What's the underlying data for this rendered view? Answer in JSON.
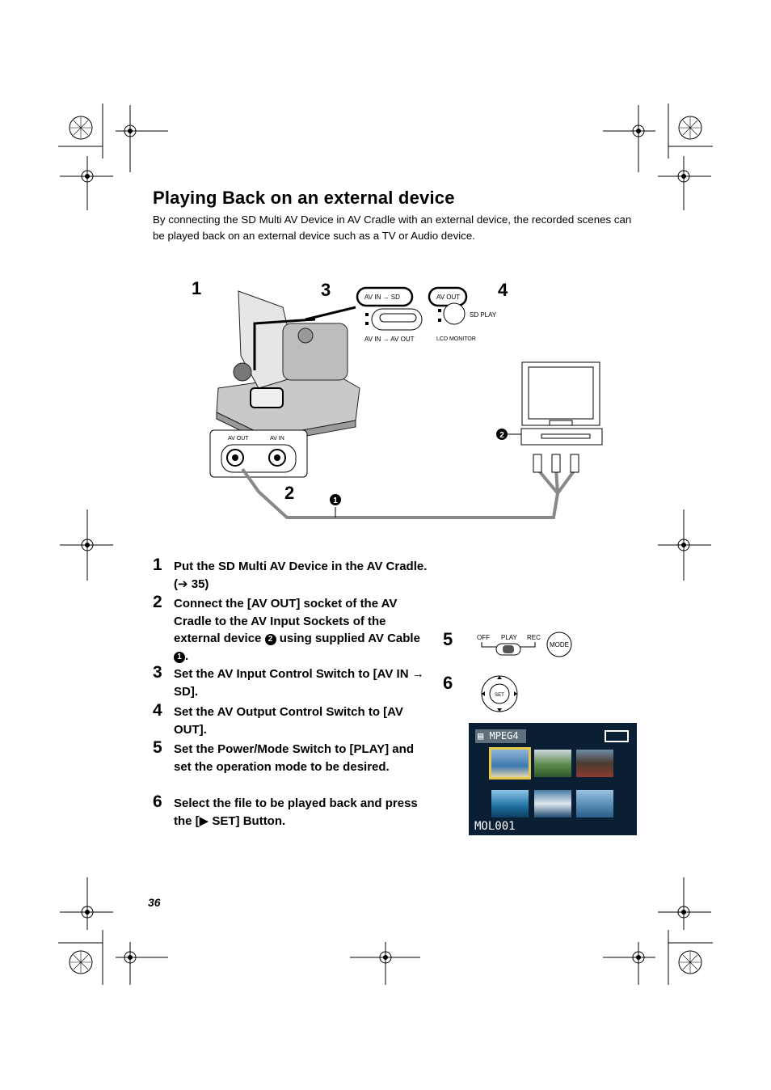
{
  "title": "Playing Back on an external device",
  "intro": "By connecting the SD Multi AV Device in AV Cradle with an external device, the recorded scenes can be played back on an external device such as a TV or Audio device.",
  "diagram": {
    "labels": {
      "n1": "1",
      "n2": "2",
      "n3": "3",
      "n4": "4",
      "av_in_sd": "AV IN → SD",
      "av_in_av_out": "AV IN → AV OUT",
      "av_out_switch": "AV OUT",
      "sd_play": "SD PLAY",
      "lcd_monitor": "LCD MONITOR",
      "socket_av_out": "AV OUT",
      "socket_av_in": "AV IN",
      "callout_1": "1",
      "callout_2": "2"
    }
  },
  "steps": [
    {
      "num": "1",
      "text": "Put the SD Multi AV Device in the AV Cradle. (➔ 35)"
    },
    {
      "num": "2",
      "text_a": "Connect the [AV OUT] socket of the AV Cradle to the AV Input Sockets of the external device",
      "circle_a": "2",
      "text_b": "using supplied AV Cable",
      "circle_b": "1",
      "text_c": "."
    },
    {
      "num": "3",
      "text": "Set the AV Input Control Switch to [AV IN → SD]."
    },
    {
      "num": "4",
      "text": "Set the AV Output Control Switch to [AV OUT]."
    },
    {
      "num": "5",
      "text": "Set the Power/Mode Switch to [PLAY] and set the operation mode to be desired."
    },
    {
      "num": "6",
      "text": "Select the file to be played back and press the [▶ SET] Button."
    }
  ],
  "side": {
    "n5": "5",
    "n6": "6",
    "mode_off": "OFF",
    "mode_play": "PLAY",
    "mode_rec": "REC",
    "mode_button": "MODE",
    "joystick_set": "SET"
  },
  "screen": {
    "format": "MPEG4",
    "filename": "MOL001"
  },
  "page_number": "36",
  "colors": {
    "screen_bg": "#0a1f33",
    "selection": "#e8c84a"
  }
}
